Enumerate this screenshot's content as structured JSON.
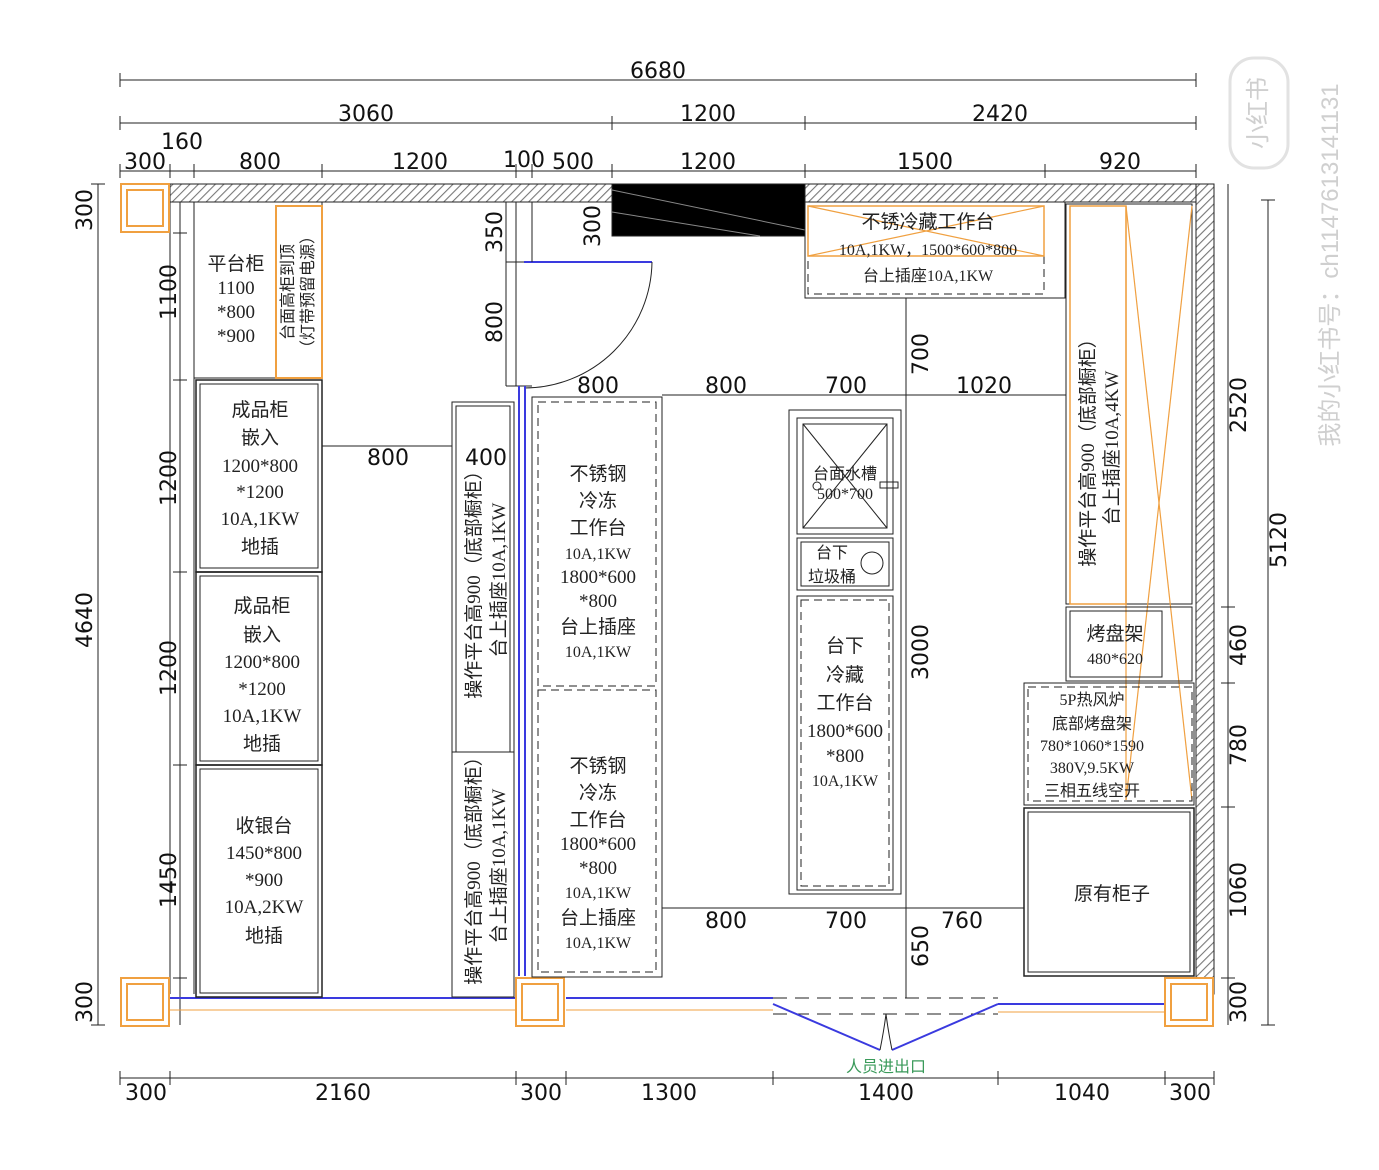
{
  "colors": {
    "line": "#222222",
    "wall_hatch": "#999999",
    "window_blue": "#3a3adf",
    "furniture_orange": "#f0a040",
    "entrance_green": "#3a9a5a",
    "watermark": "#d0d0d0"
  },
  "dimensions": {
    "overall_width": "6680",
    "top_row1": [
      "3060",
      "1200",
      "2420"
    ],
    "top_row2": [
      "300",
      "160",
      "800",
      "1200",
      "100",
      "500",
      "1200",
      "1500",
      "920"
    ],
    "bottom_row": [
      "300",
      "2160",
      "300",
      "1300",
      "1400",
      "1040",
      "300"
    ],
    "left_col": [
      "300",
      "1100",
      "1200",
      "1200",
      "1450",
      "300"
    ],
    "left_total": "4640",
    "right_col": [
      "2520",
      "460",
      "780",
      "1060",
      "300"
    ],
    "right_total": "5120",
    "interior": {
      "d350": "350",
      "d300": "300",
      "d800_door": "800",
      "d800_corridor": "800",
      "d400": "400",
      "row_800_a": "800",
      "row_800_b": "800",
      "row_700": "700",
      "row_1020": "1020",
      "v700": "700",
      "v3000": "3000",
      "v650": "650",
      "bot_800": "800",
      "bot_700": "700",
      "bot_760": "760"
    }
  },
  "rooms": {
    "platform_cabinet": [
      "平台柜",
      "1100",
      "*800",
      "*900"
    ],
    "tall_cabinet_vertical": [
      "台面高柜到顶",
      "（灯带预留电源）"
    ],
    "product_cabinet_1": [
      "成品柜",
      "嵌入",
      "1200*800",
      "*1200",
      "10A,1KW",
      "地插"
    ],
    "product_cabinet_2": [
      "成品柜",
      "嵌入",
      "1200*800",
      "*1200",
      "10A,1KW",
      "地插"
    ],
    "cashier": [
      "收银台",
      "1450*800",
      "*900",
      "10A,2KW",
      "地插"
    ],
    "op_platform_left_1": [
      "操作平台高900（底部橱柜）",
      "台上插座10A,1KW"
    ],
    "op_platform_left_2": [
      "操作平台高900（底部橱柜）",
      "台上插座10A,1KW"
    ],
    "freezer_table_1": [
      "不锈钢",
      "冷冻",
      "工作台",
      "10A,1KW",
      "1800*600",
      "*800",
      "台上插座",
      "10A,1KW"
    ],
    "freezer_table_2": [
      "不锈钢",
      "冷冻",
      "工作台",
      "1800*600",
      "*800",
      "10A,1KW",
      "台上插座",
      "10A,1KW"
    ],
    "sink": [
      "台面水槽",
      "500*700"
    ],
    "trash": [
      "台下",
      "垃圾桶"
    ],
    "under_fridge": [
      "台下",
      "冷藏",
      "工作台",
      "1800*600",
      "*800",
      "10A,1KW"
    ],
    "fridge_workbench": [
      "不锈冷藏工作台",
      "10A,1KW，1500*600*800",
      "台上插座10A,1KW"
    ],
    "op_platform_right": [
      "操作平台高900（底部橱柜）",
      "台上插座10A,4KW"
    ],
    "tray_rack": [
      "烤盘架",
      "480*620"
    ],
    "oven": [
      "5P热风炉",
      "底部烤盘架",
      "780*1060*1590",
      "380V,9.5KW",
      "三相五线空开"
    ],
    "existing_cabinet": [
      "原有柜子"
    ],
    "entrance": "人员进出口"
  },
  "watermark": {
    "logo": "小红书",
    "text": "我的小红书号：ch1147613141131"
  }
}
